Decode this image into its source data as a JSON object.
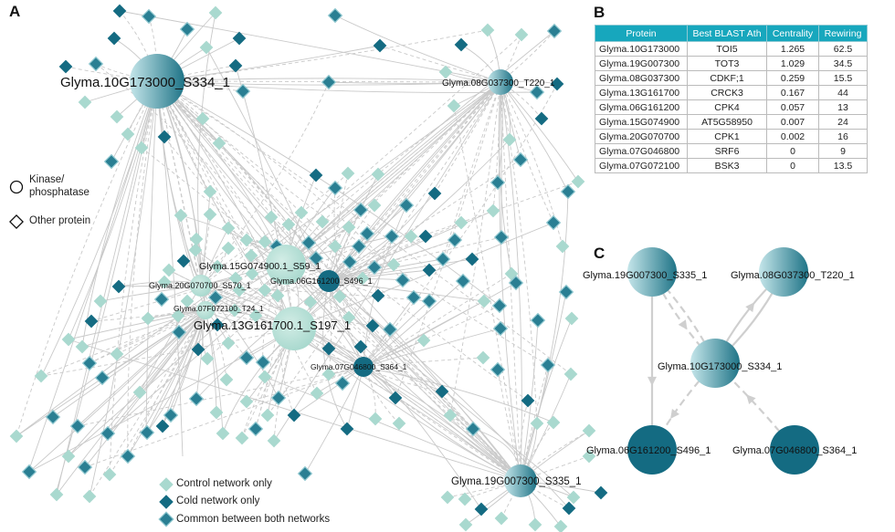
{
  "panels": {
    "a": "A",
    "b": "B",
    "c": "C"
  },
  "shape_legend": {
    "kinase": [
      "Kinase/",
      "phosphatase"
    ],
    "other": "Other protein"
  },
  "network_legend": {
    "control": "Control network only",
    "cold": "Cold network only",
    "common": "Common between both networks"
  },
  "colors": {
    "control": "#a9d9cf",
    "cold": "#146b82",
    "common_light": "#8fc7cf",
    "common_dark": "#2a7f93",
    "edge": "#c9c9c9",
    "header": "#17a7bd"
  },
  "network_a": {
    "hubs": [
      {
        "label": "Glyma.10G173000_S334_1",
        "type": "common"
      },
      {
        "label": "Glyma.08G037300_T220_1",
        "type": "common"
      },
      {
        "label": "Glyma.19G007300_S335_1",
        "type": "common"
      },
      {
        "label": "Glyma.15G074900.1_S59_1",
        "type": "control"
      },
      {
        "label": "Glyma.06G161200_S496_1",
        "type": "cold"
      },
      {
        "label": "Glyma.20G070700_S570_1",
        "type": "control"
      },
      {
        "label": "Glyma.07F072100_T24_1",
        "type": "control"
      },
      {
        "label": "Glyma.13G161700.1_S197_1",
        "type": "control"
      },
      {
        "label": "Glyma.07G046800_S364_1",
        "type": "cold"
      }
    ]
  },
  "table": {
    "headers": [
      "Protein",
      "Best BLAST Ath",
      "Centrality",
      "Rewiring"
    ],
    "rows": [
      [
        "Glyma.10G173000",
        "TOI5",
        "1.265",
        "62.5"
      ],
      [
        "Glyma.19G007300",
        "TOT3",
        "1.029",
        "34.5"
      ],
      [
        "Glyma.08G037300",
        "CDKF;1",
        "0.259",
        "15.5"
      ],
      [
        "Glyma.13G161700",
        "CRCK3",
        "0.167",
        "44"
      ],
      [
        "Glyma.06G161200",
        "CPK4",
        "0.057",
        "13"
      ],
      [
        "Glyma.15G074900",
        "AT5G58950",
        "0.007",
        "24"
      ],
      [
        "Glyma.20G070700",
        "CPK1",
        "0.002",
        "16"
      ],
      [
        "Glyma.07G046800",
        "SRF6",
        "0",
        "9"
      ],
      [
        "Glyma.07G072100",
        "BSK3",
        "0",
        "13.5"
      ]
    ]
  },
  "network_c": {
    "nodes": [
      {
        "label": "Glyma.19G007300_S335_1",
        "type": "common"
      },
      {
        "label": "Glyma.08G037300_T220_1",
        "type": "common"
      },
      {
        "label": "Glyma.10G173000_S334_1",
        "type": "common"
      },
      {
        "label": "Glyma.06G161200_S496_1",
        "type": "cold"
      },
      {
        "label": "Glyma.07G046800_S364_1",
        "type": "cold"
      }
    ]
  }
}
